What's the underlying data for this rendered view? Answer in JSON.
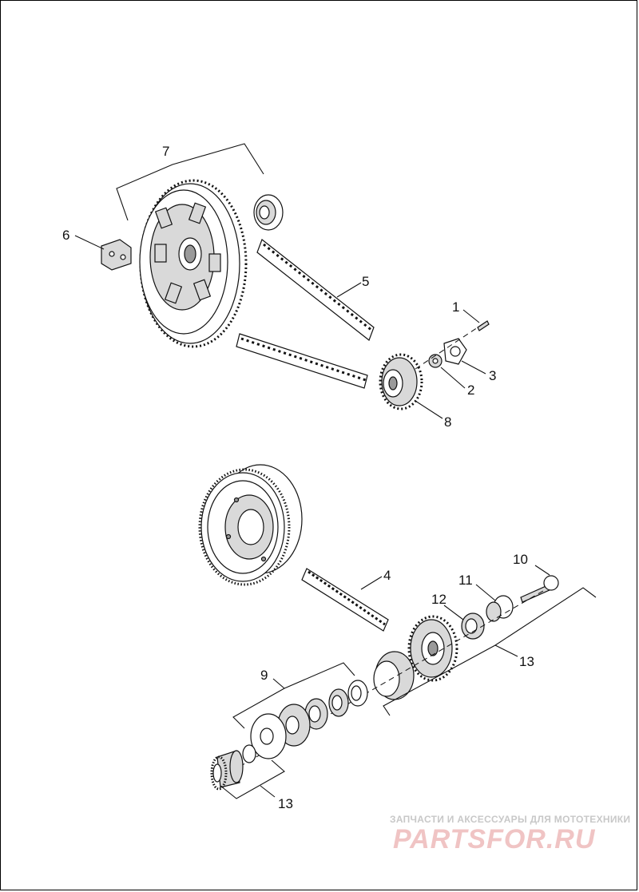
{
  "callouts": {
    "c1": "1",
    "c2": "2",
    "c3": "3",
    "c4": "4",
    "c5": "5",
    "c6": "6",
    "c7": "7",
    "c8": "8",
    "c9": "9",
    "c10": "10",
    "c11": "11",
    "c12": "12",
    "c13a": "13",
    "c13b": "13"
  },
  "watermark": {
    "line1": "ЗАПЧАСТИ И АКСЕССУАРЫ ДЛЯ МОТОТЕХНИКИ",
    "logo": "PARTSFOR.RU"
  },
  "colors": {
    "line": "#111111",
    "watermark_logo": "#f0c4c4",
    "watermark_text": "#c8c8c8"
  }
}
